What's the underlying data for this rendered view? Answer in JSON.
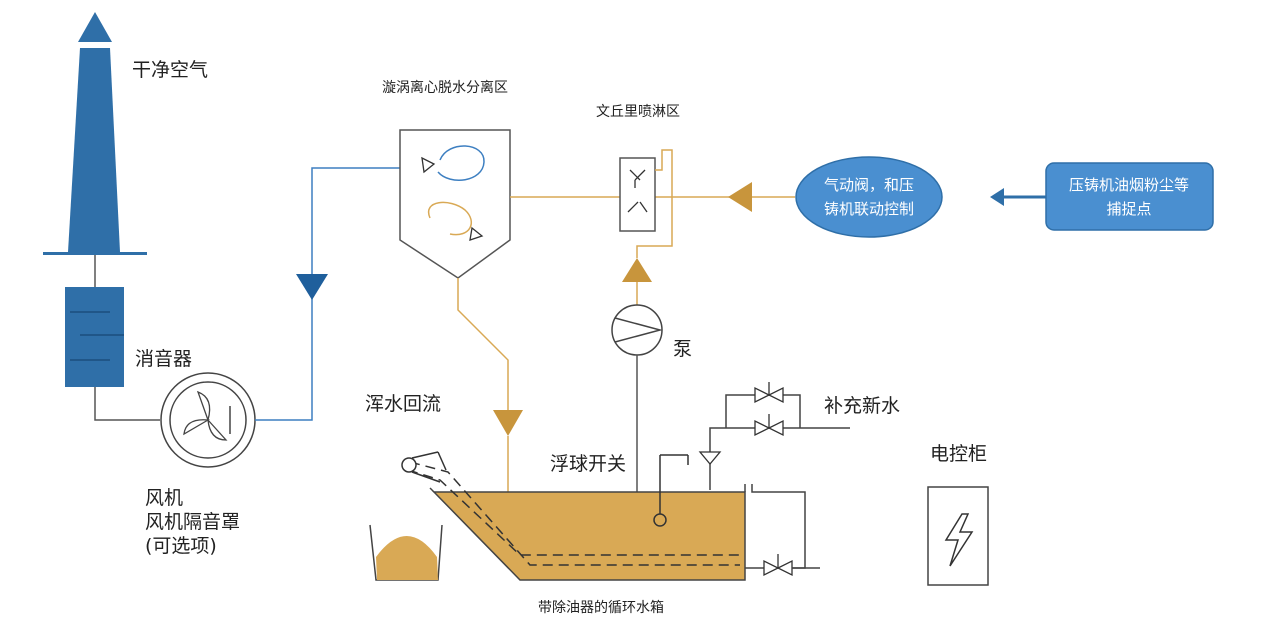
{
  "labels": {
    "clean_air": "干净空气",
    "muffler": "消音器",
    "fan_line1": "风机",
    "fan_line2": "风机隔音罩",
    "fan_line3": "(可选项)",
    "cyclone": "漩涡离心脱水分离区",
    "venturi": "文丘里喷淋区",
    "valve_line1": "气动阀，和压",
    "valve_line2": "铸机联动控制",
    "capture_line1": "压铸机油烟粉尘等",
    "capture_line2": "捕捉点",
    "pump": "泵",
    "muddy_return": "浑水回流",
    "float_switch": "浮球开关",
    "makeup_water": "补充新水",
    "control_cabinet": "电控柜",
    "tank": "带除油器的循环水箱"
  },
  "colors": {
    "blue_dark": "#2f6fa8",
    "blue_box": "#4a8fd0",
    "blue_line": "#3d7fc1",
    "orange": "#d9a955",
    "gold": "#c8953c",
    "outline": "#555555"
  }
}
